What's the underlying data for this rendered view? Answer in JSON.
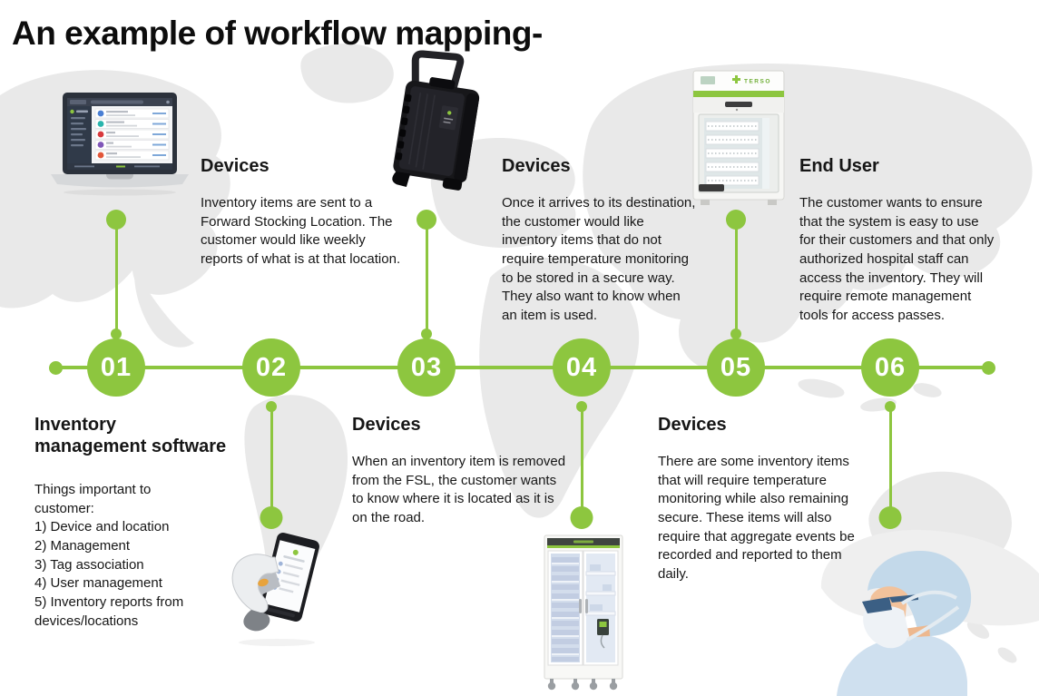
{
  "title": "An example of workflow mapping-",
  "colors": {
    "accent_green": "#8DC63F",
    "map_gray": "#E9E9E9",
    "text_dark": "#161616"
  },
  "steps": [
    {
      "number": "01",
      "heading": "Inventory\nmanagement software",
      "body": "Things important to\ncustomer:\n1) Device and location\n2) Management\n3) Tag association\n4) User management\n5) Inventory reports from\ndevices/locations",
      "text_position": "below-line",
      "illustration": "laptop-inventory-dashboard",
      "illustration_position": "above-line"
    },
    {
      "number": "02",
      "heading": "Devices",
      "body": "Inventory items are sent to a Forward Stocking Location. The customer would like weekly reports of what is at that location.",
      "text_position": "above-line",
      "illustration": "handheld-rfid-scanner",
      "illustration_position": "below-line"
    },
    {
      "number": "03",
      "heading": "Devices",
      "body": "When an inventory item is removed from the FSL, the customer wants to know where it is located as it is on the road.",
      "text_position": "below-line",
      "illustration": "rugged-transport-case",
      "illustration_position": "above-line"
    },
    {
      "number": "04",
      "heading": "Devices",
      "body": "Once it arrives to its destination, the customer would like inventory items that do not require temperature monitoring to be stored in a secure way. They also want to know when an item is used.",
      "text_position": "above-line",
      "illustration": "glass-door-storage-cabinet",
      "illustration_position": "below-line"
    },
    {
      "number": "05",
      "heading": "Devices",
      "body": "There are some inventory items that will require temperature monitoring while also remaining secure. These items will also require that aggregate events be recorded and reported to them daily.",
      "text_position": "below-line",
      "illustration": "medical-refrigerator",
      "illustration_position": "above-line"
    },
    {
      "number": "06",
      "heading": "End User",
      "body": "The customer wants to ensure that the system is easy to use for their customers and that only authorized hospital staff can access the inventory. They will require remote management tools for access passes.",
      "text_position": "above-line",
      "illustration": "nurse-illustration",
      "illustration_position": "below-line"
    }
  ],
  "branding": {
    "fridge_logo_text": "TERSO"
  }
}
